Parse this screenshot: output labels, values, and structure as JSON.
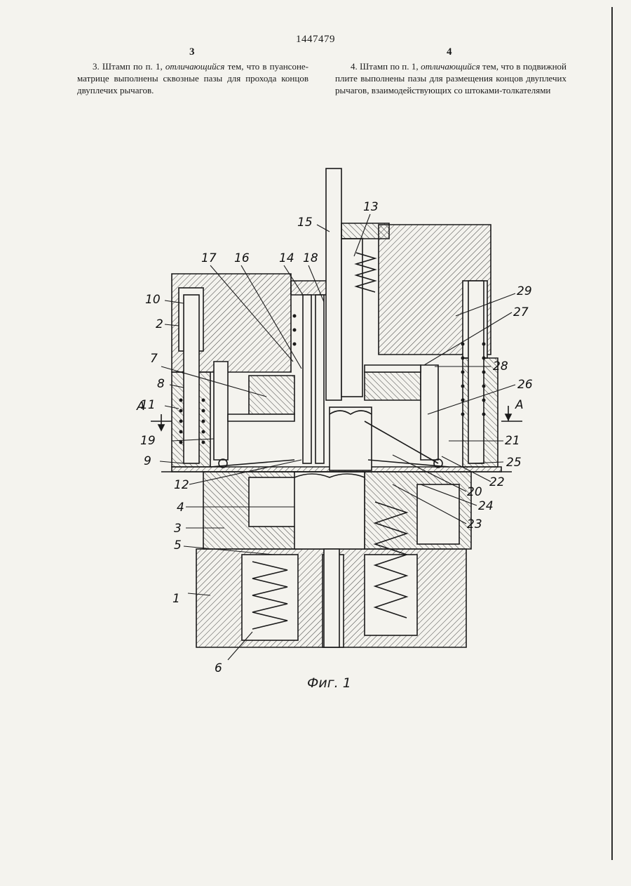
{
  "header": {
    "patent_number": "1447479",
    "column_left": "3",
    "column_right": "4"
  },
  "claims": {
    "left": {
      "lead": "3. Штамп по п. 1,",
      "emph": "отличающийся",
      "rest": "тем, что в пуансоне-матрице выполнены сквозные пазы для прохода концов двуплечих рычагов."
    },
    "right": {
      "lead": "4. Штамп по п. 1,",
      "emph": "отличающийся",
      "rest": "тем, что в подвижной плите выполнены пазы для размещения концов двуплечих рычагов, взаимодействующих со штоками-толкателями"
    }
  },
  "figure": {
    "caption": "Фиг. 1",
    "section_mark": "А",
    "labels": [
      "1",
      "2",
      "3",
      "4",
      "5",
      "6",
      "7",
      "8",
      "9",
      "10",
      "11",
      "12",
      "13",
      "14",
      "15",
      "16",
      "17",
      "18",
      "19",
      "20",
      "21",
      "22",
      "23",
      "24",
      "25",
      "26",
      "27",
      "28",
      "29"
    ]
  }
}
